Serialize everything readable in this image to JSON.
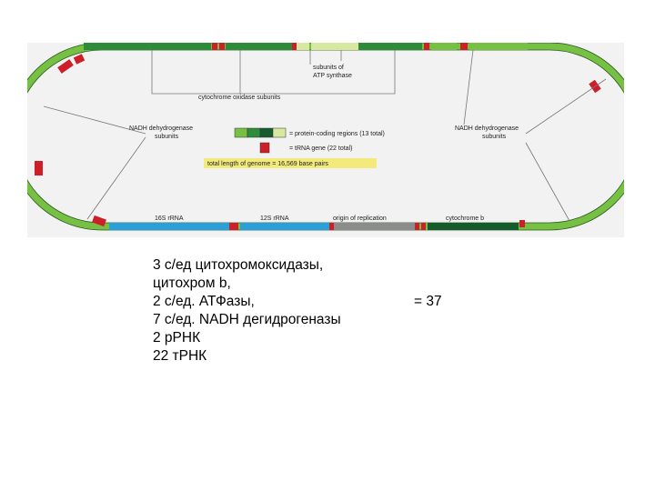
{
  "diagram": {
    "label_atp": [
      "subunits of",
      "ATP synthase"
    ],
    "label_cox": "cytochrome oxidase subunits",
    "label_nadh_left": [
      "NADH dehydrogenase",
      "subunits"
    ],
    "label_nadh_right": [
      "NADH dehydrogenase",
      "subunits"
    ],
    "legend_protein": "= protein-coding regions (13 total)",
    "legend_trna": "= tRNA gene (22 total)",
    "genome_length": "total length of genome = 16,569 base pairs",
    "label_16s": "16S rRNA",
    "label_12s": "12S rRNA",
    "label_origin": "origin of replication",
    "label_cytb": "cytochrome b",
    "colors": {
      "protein_green": "#2e8b3a",
      "light_green": "#76c043",
      "pale_green": "#d7e8a0",
      "trna_red": "#cc1f2a",
      "rrna_blue": "#2b9fd8",
      "origin_gray": "#8c8c8c",
      "cytb_dark_green": "#155c2c",
      "highlight_yellow": "#f2ea7a"
    }
  },
  "summary": {
    "lines": [
      "3 с/ед цитохромоксидазы,",
      "цитохром b,",
      "2 с/ед. АТФазы,",
      "7 с/ед. NADH дегидрогеназы",
      "2 рРНК",
      "22 тРНК"
    ],
    "total": "= 37"
  }
}
